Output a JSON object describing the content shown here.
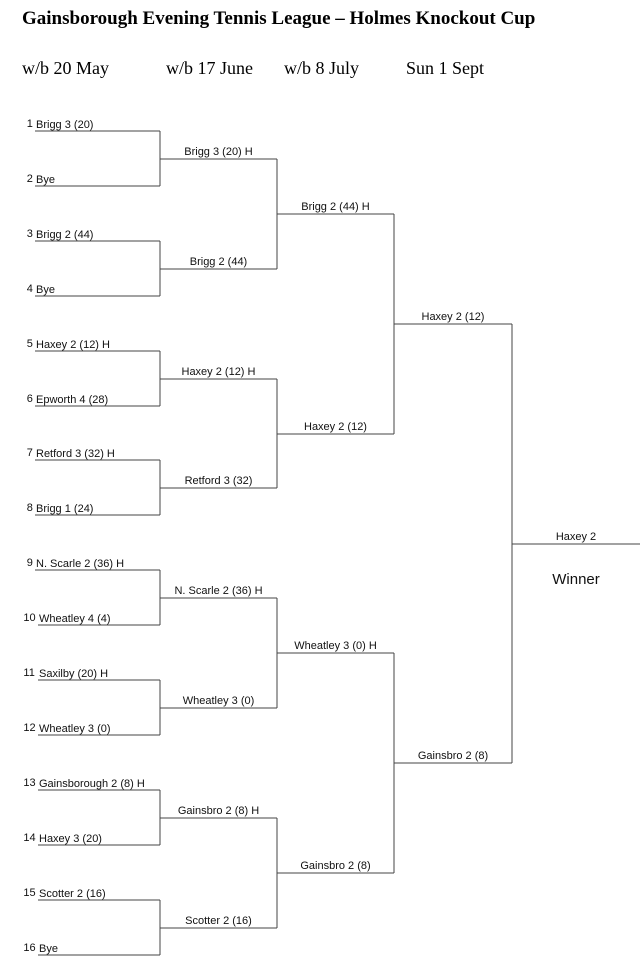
{
  "title": "Gainsborough Evening Tennis League – Holmes Knockout Cup",
  "rounds": [
    "w/b 20 May",
    "w/b 17 June",
    "w/b 8 July",
    "Sun 1 Sept"
  ],
  "entrants": [
    {
      "seed": "1",
      "team": "Brigg 3 (20)"
    },
    {
      "seed": "2",
      "team": "Bye"
    },
    {
      "seed": "3",
      "team": "Brigg 2 (44)"
    },
    {
      "seed": "4",
      "team": "Bye"
    },
    {
      "seed": "5",
      "team": "Haxey 2 (12) H"
    },
    {
      "seed": "6",
      "team": "Epworth 4 (28)"
    },
    {
      "seed": "7",
      "team": "Retford 3 (32) H"
    },
    {
      "seed": "8",
      "team": "Brigg 1 (24)"
    },
    {
      "seed": "9",
      "team": "N. Scarle 2 (36) H"
    },
    {
      "seed": "10",
      "team": "Wheatley 4 (4)"
    },
    {
      "seed": "11",
      "team": "Saxilby (20) H"
    },
    {
      "seed": "12",
      "team": "Wheatley 3 (0)"
    },
    {
      "seed": "13",
      "team": "Gainsborough 2 (8) H"
    },
    {
      "seed": "14",
      "team": "Haxey 3 (20)"
    },
    {
      "seed": "15",
      "team": "Scotter 2 (16)"
    },
    {
      "seed": "16",
      "team": "Bye"
    }
  ],
  "round2": [
    "Brigg 3 (20) H",
    "Brigg 2 (44)",
    "Haxey 2 (12) H",
    "Retford 3 (32)",
    "N. Scarle 2 (36) H",
    "Wheatley 3 (0)",
    "Gainsbro 2 (8) H",
    "Scotter 2 (16)"
  ],
  "quarter_finals": [
    "Brigg 2 (44) H",
    "Haxey 2 (12)",
    "Wheatley 3 (0) H",
    "Gainsbro 2 (8)"
  ],
  "semi_finals": [
    "Haxey 2 (12)",
    "Gainsbro 2 (8)"
  ],
  "final": "Haxey 2",
  "winner_caption": "Winner"
}
